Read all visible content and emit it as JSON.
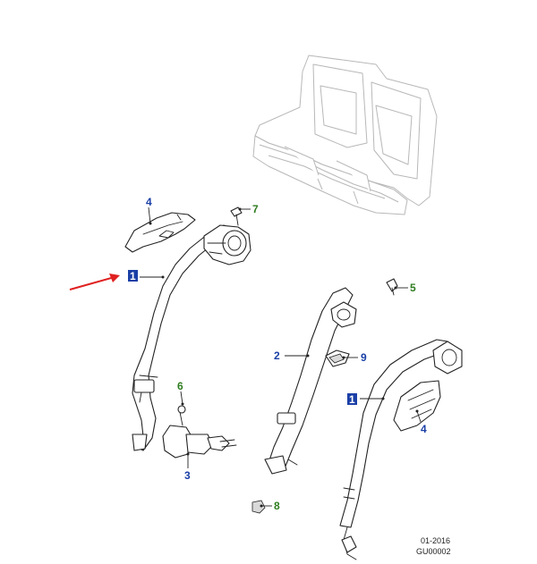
{
  "callouts": {
    "c4_top": "4",
    "c7": "7",
    "c1_left": "1",
    "c5": "5",
    "c2": "2",
    "c9": "9",
    "c1_right": "1",
    "c4_right": "4",
    "c6": "6",
    "c3": "3",
    "c8": "8"
  },
  "footer": {
    "date": "01-2016",
    "code": "GU00002"
  },
  "colors": {
    "blue_callout": "#1a3fa6",
    "green_callout": "#2e7d1f",
    "arrow": "#e02020"
  }
}
